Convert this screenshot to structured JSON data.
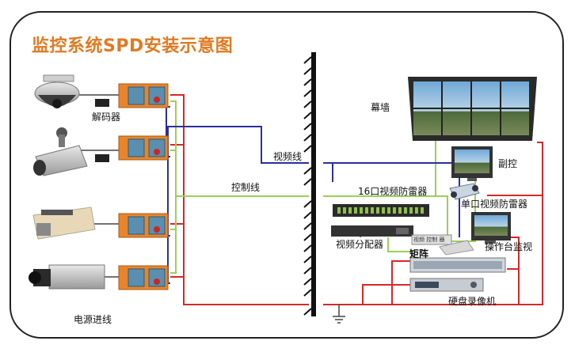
{
  "title": "监控系统SPD安装示意图",
  "labels": {
    "decoder": "解码器",
    "video_line": "视频线",
    "control_line": "控制线",
    "power_line": "电源进线",
    "video_wall": "幕墙",
    "sub_control": "副控",
    "spd_16": "16口视频防雷器",
    "spd_single": "单口视频防雷器",
    "video_distributor": "视频分配器",
    "matrix": "矩阵",
    "console_monitor": "操作台监视",
    "dvr": "硬盘录像机"
  },
  "colors": {
    "title": "#e07a22",
    "video_line": "#2b2f9a",
    "control_line": "#9bcf5a",
    "power_line": "#d32a2a",
    "spd_body": "#e8852a",
    "spd_module": "#5b8fb0"
  }
}
